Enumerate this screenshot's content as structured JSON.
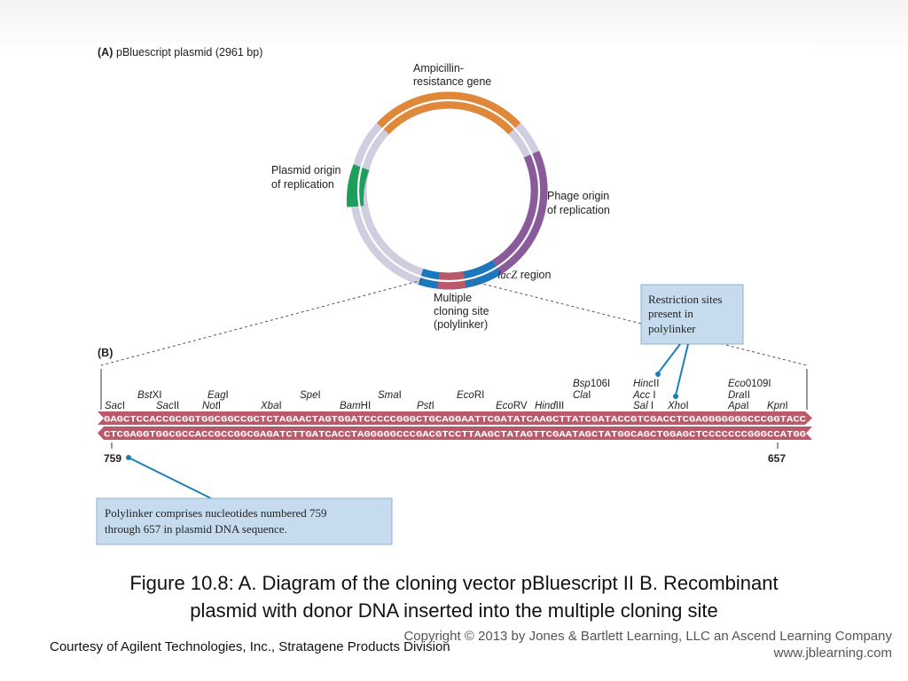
{
  "panel_a": {
    "label": "(A)",
    "title": "pBluescript plasmid (2961 bp)",
    "ampicillin_line1": "Ampicillin-",
    "ampicillin_line2": "resistance gene",
    "plasmid_origin_line1": "Plasmid origin",
    "plasmid_origin_line2": "of replication",
    "phage_origin_line1": "Phage origin",
    "phage_origin_line2": "of replication",
    "lacz_italic": "lacZ",
    "lacz_rest": " region",
    "mcs_line1": "Multiple",
    "mcs_line2": "cloning site",
    "mcs_line3": "(polylinker)",
    "colors": {
      "ampicillin": "#e0883a",
      "plasmid_origin": "#1e9e5c",
      "phage_origin": "#8a5a9a",
      "lacz": "#1b78bc",
      "mcs": "#b9596a",
      "backbone": "#cfcde0"
    }
  },
  "callouts": {
    "restriction_line1": "Restriction sites",
    "restriction_line2": "present in",
    "restriction_line3": "polylinker",
    "polylinker_line1": "Polylinker comprises nucleotides numbered 759",
    "polylinker_line2": "through 657 in plasmid DNA sequence."
  },
  "panel_b": {
    "label": "(B)",
    "top_strand": "GAGCTCCACCGCGGTGGCGGCCGCTCTAGAACTAGTGGATCCCCCGGGCTGCAGGAATTCGATATCAAGCTTATCGATACCGTCGACCTCGAGGGGGGGCCCGGTACC",
    "bottom_strand": "CTCGAGGTGGCGCCACCGCCGGCGAGATCTTGATCACCTAGGGGGCCCGACGTCCTTAAGCTATAGTTCGAATAGCTATGGCAGCTGGAGCTCCCCCCCGGGCCATGG",
    "start_number": "759",
    "end_number": "657",
    "sites": [
      {
        "italic": "Sac",
        "rest": "I"
      },
      {
        "italic": "Bst",
        "rest": "XI"
      },
      {
        "italic": "Sac",
        "rest": "II"
      },
      {
        "italic": "Eag",
        "rest": "I"
      },
      {
        "italic": "Not",
        "rest": "I"
      },
      {
        "italic": "Xba",
        "rest": "I"
      },
      {
        "italic": "Spe",
        "rest": "I"
      },
      {
        "italic": "Bam",
        "rest": "HI"
      },
      {
        "italic": "Sma",
        "rest": "I"
      },
      {
        "italic": "Pst",
        "rest": "I"
      },
      {
        "italic": "Eco",
        "rest": "RI"
      },
      {
        "italic": "Eco",
        "rest": "RV"
      },
      {
        "italic": "Hind",
        "rest": "III"
      },
      {
        "italic": "Bsp",
        "rest": "106I"
      },
      {
        "italic": "Cla",
        "rest": "I"
      },
      {
        "italic": "Hinc",
        "rest": "II"
      },
      {
        "italic": "Acc",
        "rest": " I"
      },
      {
        "italic": "Sal",
        "rest": " I"
      },
      {
        "italic": "Xho",
        "rest": "I"
      },
      {
        "italic": "Eco",
        "rest": "0109I"
      },
      {
        "italic": "Dra",
        "rest": "II"
      },
      {
        "italic": "Apa",
        "rest": "I"
      },
      {
        "italic": "Kpn",
        "rest": "I"
      }
    ]
  },
  "caption": {
    "line1": "Figure 10.8: A. Diagram of the cloning vector pBluescript II B. Recombinant",
    "line2": "plasmid with donor DNA inserted into the multiple cloning site"
  },
  "courtesy": "Courtesy of Agilent Technologies, Inc., Stratagene Products Division",
  "copyright": {
    "line1": "Copyright © 2013 by Jones & Bartlett Learning, LLC an Ascend Learning Company",
    "line2": "www.jblearning.com"
  }
}
